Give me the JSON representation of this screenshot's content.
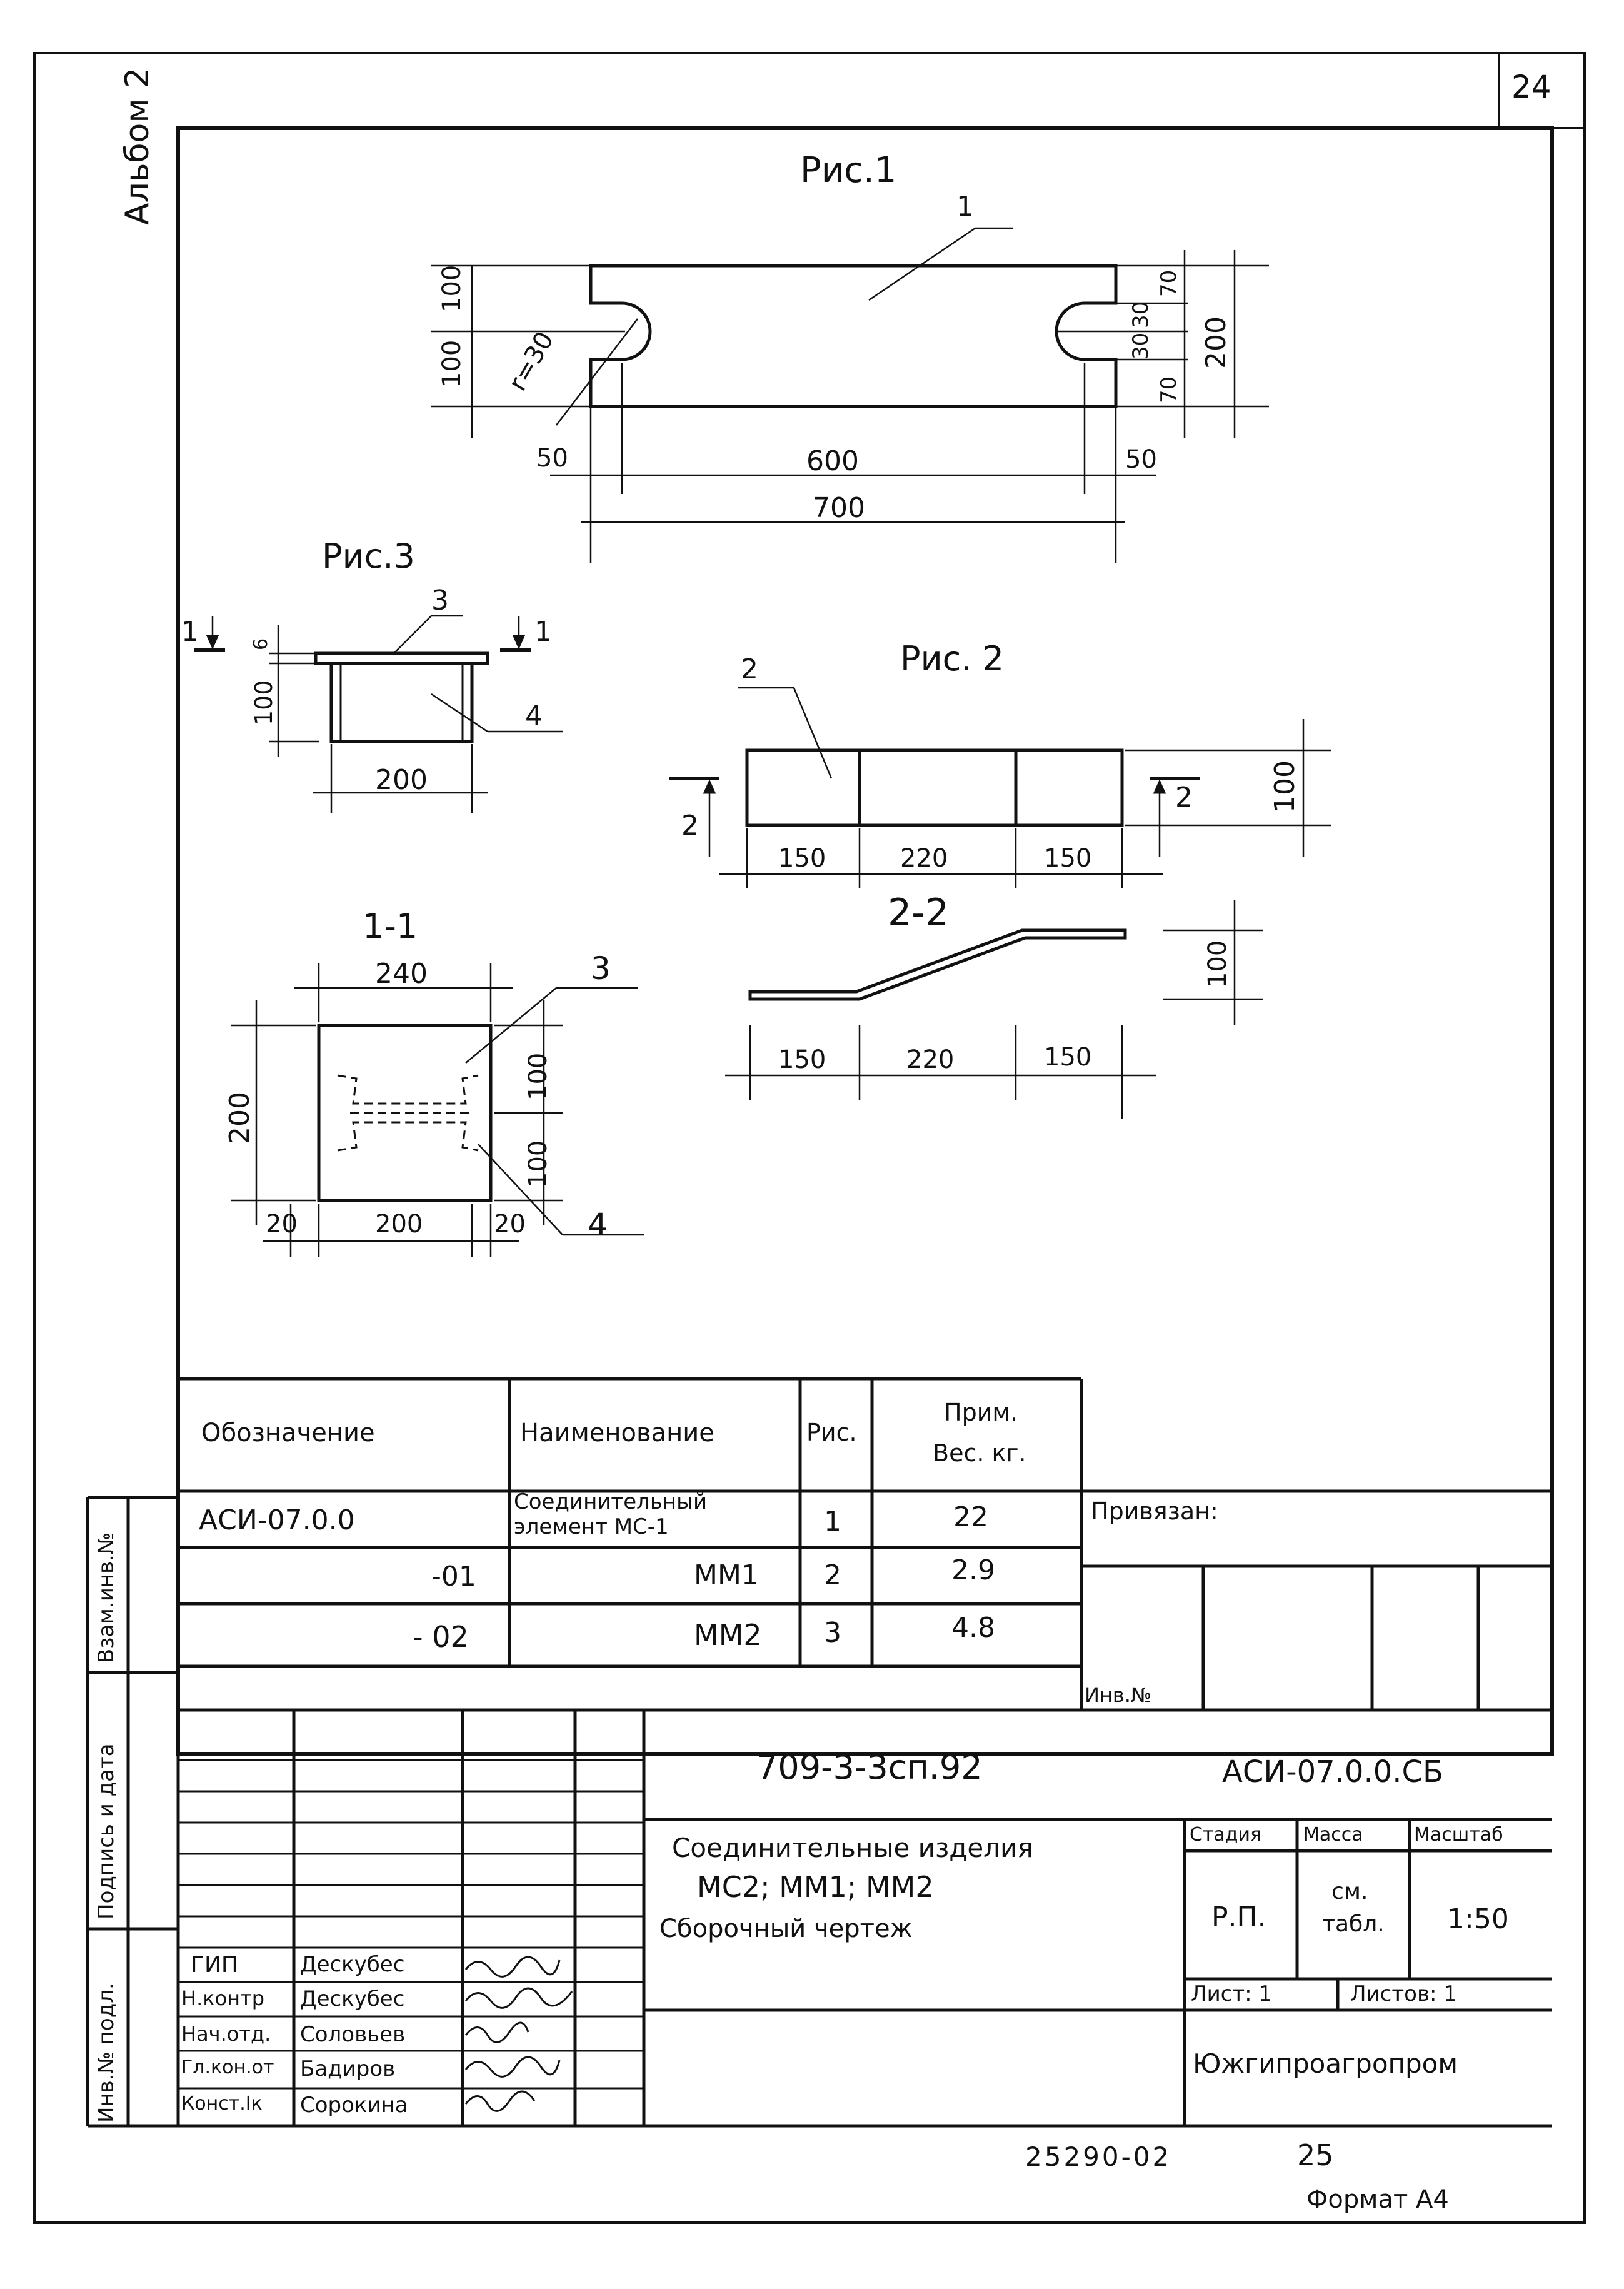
{
  "sheet": {
    "page_number": "24",
    "album": "Альбом 2",
    "format_label": "Формат А4",
    "inventory_number": "25290-02",
    "sheet_index": "25"
  },
  "figures": {
    "fig1": {
      "title": "Рис.1",
      "part_ref": "1",
      "radius_label": "r=30",
      "dims": {
        "left_top": "100",
        "left_bottom": "100",
        "right_70a": "70",
        "right_30a": "30",
        "right_30b": "30",
        "right_70b": "70",
        "right_total": "200",
        "bottom_left": "50",
        "bottom_mid": "600",
        "bottom_right": "50",
        "overall": "700"
      }
    },
    "fig2": {
      "title": "Рис. 2",
      "part_ref": "2",
      "section_mark_left": "2",
      "section_mark_right": "2",
      "dims": {
        "height": "100",
        "seg1": "150",
        "seg2": "220",
        "seg3": "150"
      }
    },
    "section22": {
      "title": "2-2",
      "dims": {
        "height": "100",
        "seg1": "150",
        "seg2": "220",
        "seg3": "150"
      }
    },
    "fig3": {
      "title": "Рис.3",
      "part_ref_top": "3",
      "part_ref_side": "4",
      "section_mark_left": "1",
      "section_mark_right": "1",
      "dims": {
        "plate": "6",
        "height": "100",
        "width": "200"
      }
    },
    "section11": {
      "title": "1-1",
      "part_ref_top": "3",
      "part_ref_bottom": "4",
      "dims": {
        "top": "240",
        "left": "200",
        "right_a": "100",
        "right_b": "100",
        "bottom_left": "20",
        "bottom_mid": "200",
        "bottom_right": "20"
      }
    }
  },
  "spec_table": {
    "headers": {
      "designation": "Обозначение",
      "name": "Наименование",
      "fig": "Рис.",
      "note_line1": "Прим.",
      "note_line2": "Вес. кг."
    },
    "rows": [
      {
        "designation": "АСИ-07.0.0",
        "name_line1": "Соединительный",
        "name_line2": "элемент   МС-1",
        "fig": "1",
        "weight": "22"
      },
      {
        "designation": "-01",
        "name_line1": "ММ1",
        "name_line2": "",
        "fig": "2",
        "weight": "2.9"
      },
      {
        "designation": "- 02",
        "name_line1": "ММ2",
        "name_line2": "",
        "fig": "3",
        "weight": "4.8"
      }
    ]
  },
  "binding": {
    "label": "Привязан:",
    "inv_label": "Инв.№"
  },
  "side_labels": {
    "a": "Взам.инв.№",
    "b": "Подпись и дата",
    "c": "Инв.№ подл."
  },
  "title_block": {
    "project_code": "709-3-3сп.92",
    "doc_code": "АСИ-07.0.0.СБ",
    "title_line1": "Соединительные изделия",
    "title_line2": "МС2; ММ1; ММ2",
    "title_line3": "Сборочный    чертеж",
    "stage_header": "Стадия",
    "mass_header": "Масса",
    "scale_header": "Масштаб",
    "stage_value": "Р.П.",
    "mass_value_line1": "см.",
    "mass_value_line2": "табл.",
    "scale_value": "1:50",
    "sheet_label": "Лист: 1",
    "sheets_label": "Листов: 1",
    "organization": "Южгипроагропром",
    "signatures": [
      {
        "role": "ГИП",
        "name": "Дескубес"
      },
      {
        "role": "Н.контр",
        "name": "Дескубес"
      },
      {
        "role": "Нач.отд.",
        "name": "Соловьев"
      },
      {
        "role": "Гл.кон.от",
        "name": "Бадиров"
      },
      {
        "role": "Конст.Iк",
        "name": "Сорокина"
      }
    ]
  }
}
